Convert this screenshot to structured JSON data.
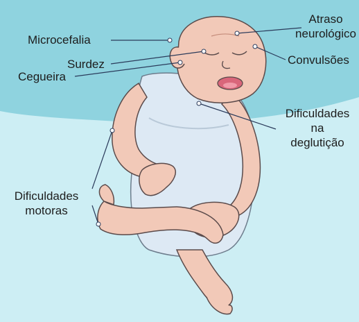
{
  "labels": {
    "microcefalia": "Microcefalia",
    "surdez": "Surdez",
    "cegueira": "Cegueira",
    "atraso_l1": "Atraso",
    "atraso_l2": "neurológico",
    "convulsoes": "Convulsões",
    "deglut_l1": "Dificuldades",
    "deglut_l2": "na",
    "deglut_l3": "deglutição",
    "motoras_l1": "Dificuldades",
    "motoras_l2": "motoras"
  },
  "colors": {
    "background_dark": "#8fd3df",
    "background_light": "#cdeef4",
    "skin": "#f2c9b8",
    "skin_shadow": "#d99f8c",
    "garment": "#dde9f4",
    "outline": "#5a4a4a",
    "leader_line": "#2a3a5a"
  }
}
